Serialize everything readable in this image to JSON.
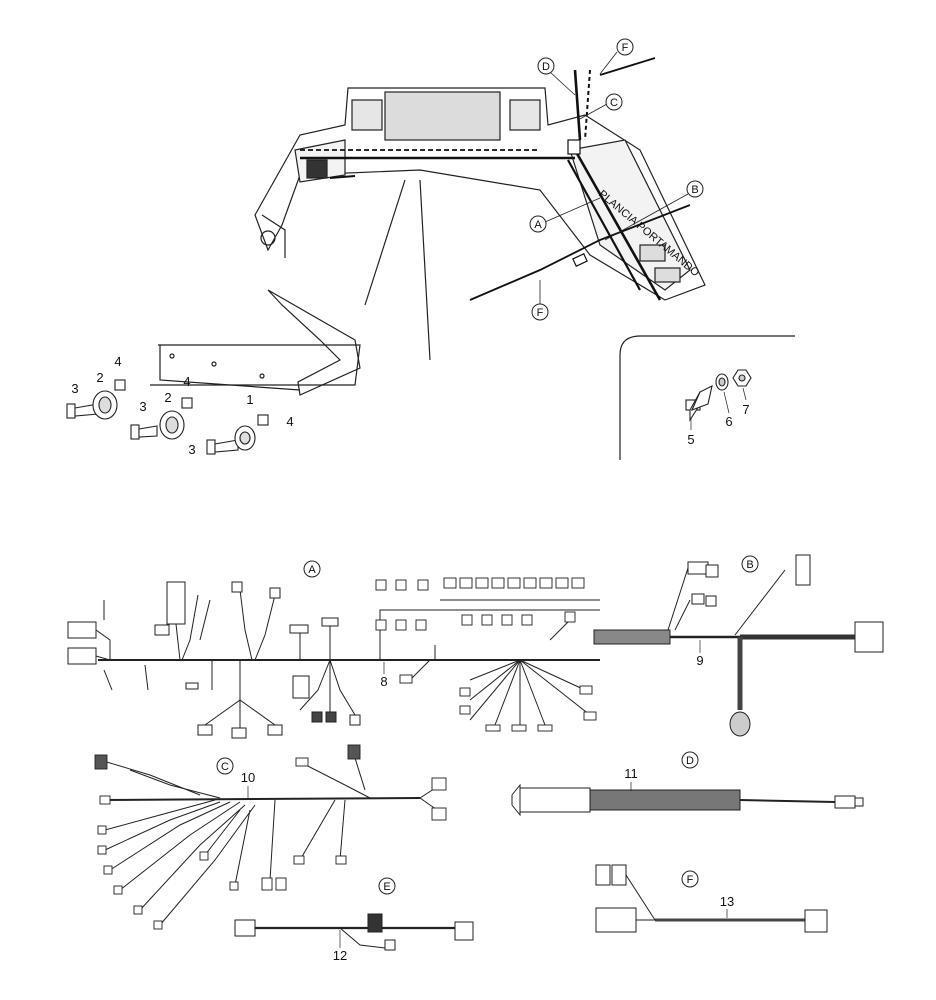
{
  "callouts": {
    "A": "A",
    "B": "B",
    "C": "C",
    "D": "D",
    "E": "E",
    "F": "F"
  },
  "dash_text": "PLANCIA PORTAMANDO",
  "parts": {
    "p1": "1",
    "p2": "2",
    "p3": "3",
    "p4": "4",
    "p5": "5",
    "p6": "6",
    "p7": "7",
    "p8": "8",
    "p9": "9",
    "p10": "10",
    "p11": "11",
    "p12": "12",
    "p13": "13"
  }
}
